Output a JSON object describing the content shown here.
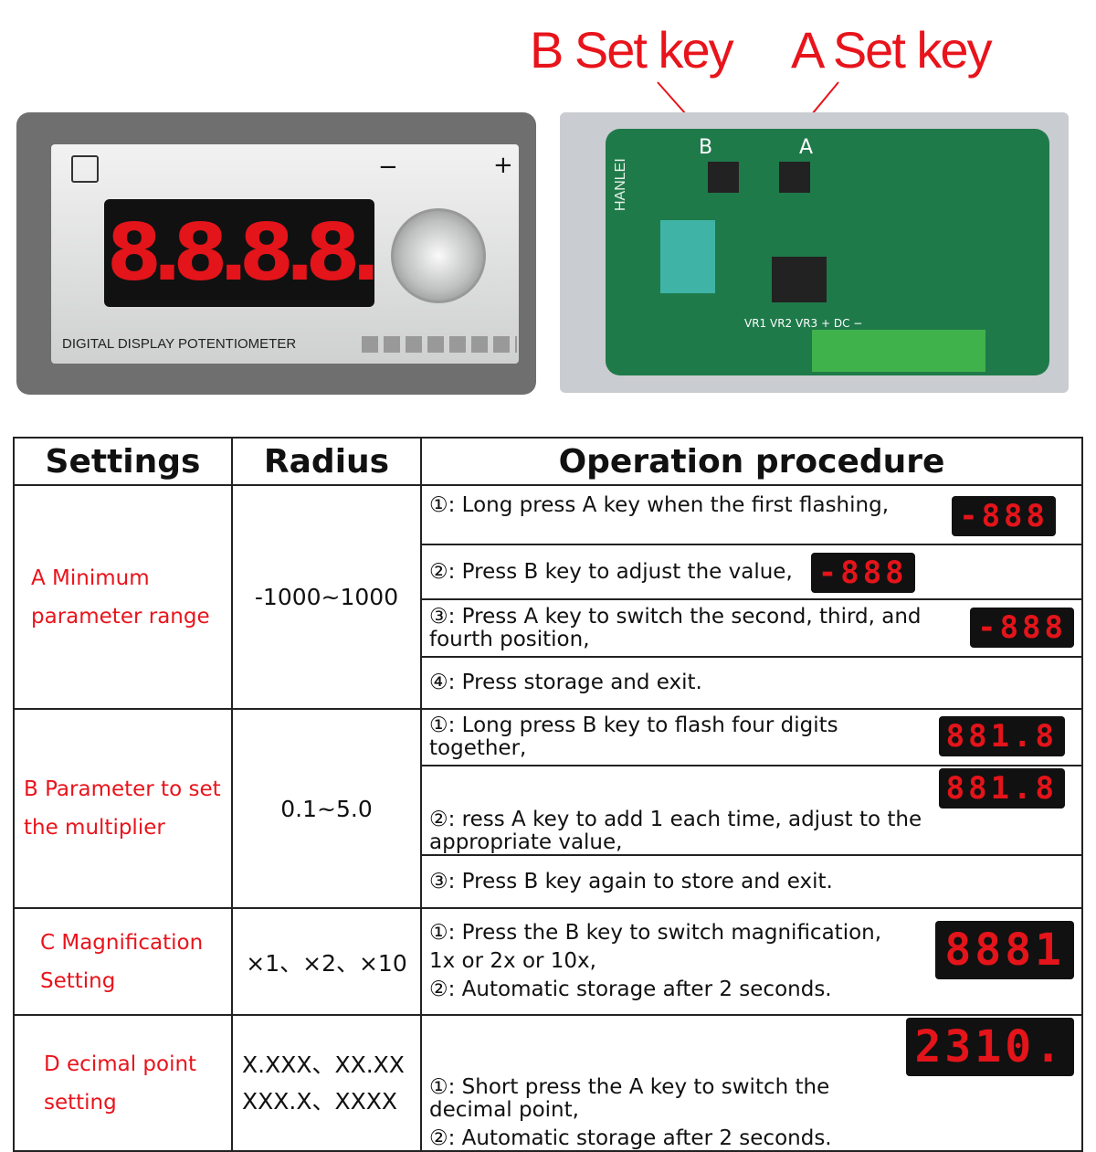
{
  "callouts": {
    "b_set_key": "B Set key",
    "a_set_key": "A Set key"
  },
  "device": {
    "display": "8.8.8.8.",
    "label": "DIGITAL DISPLAY POTENTIOMETER",
    "minus": "−",
    "plus": "+"
  },
  "pcb": {
    "brand": "HANLEI",
    "terminals": "VR1  VR2  VR3  +  DC  −",
    "key_b": "B",
    "key_a": "A"
  },
  "colors": {
    "accent": "#e8141c",
    "led": "#e3141a"
  },
  "table": {
    "headers": [
      "Settings",
      "Radius",
      "Operation procedure"
    ],
    "rows": [
      {
        "setting": "A Minimum parameter range",
        "radius": "-1000~1000",
        "steps": [
          {
            "text": "①:  Long press A key when the first flashing,",
            "display": "-888"
          },
          {
            "text": "②:  Press B key to adjust the value,",
            "display": "-888"
          },
          {
            "text": "③:  Press A key to switch the second, third, and fourth position,",
            "display": "-888"
          },
          {
            "text": "④:  Press storage and exit.",
            "display": ""
          }
        ]
      },
      {
        "setting": "B Parameter to set the multiplier",
        "radius": "0.1~5.0",
        "steps": [
          {
            "text": "①:  Long press B key to flash four digits together,",
            "display": "881.8"
          },
          {
            "text": "②:  ress A key to add 1 each time, adjust to the appropriate value,",
            "display": "881.8"
          },
          {
            "text": "③:  Press B key again to store and exit.",
            "display": ""
          }
        ]
      },
      {
        "setting": "C Magnification Setting",
        "radius": "×1、×2、×10",
        "steps": [
          {
            "text": "①:  Press the B key to switch magnification, 1x or 2x or 10x,",
            "display": "8881"
          },
          {
            "text": "②:  Automatic storage after 2 seconds.",
            "display": ""
          }
        ]
      },
      {
        "setting": "D ecimal point setting",
        "radius_lines": [
          "X.XXX、XX.XX",
          "XXX.X、XXXX"
        ],
        "steps": [
          {
            "text": "①:  Short press the A key to switch the decimal point,",
            "display": "2310."
          },
          {
            "text": "②:  Automatic storage after 2 seconds.",
            "display": ""
          }
        ]
      }
    ]
  }
}
